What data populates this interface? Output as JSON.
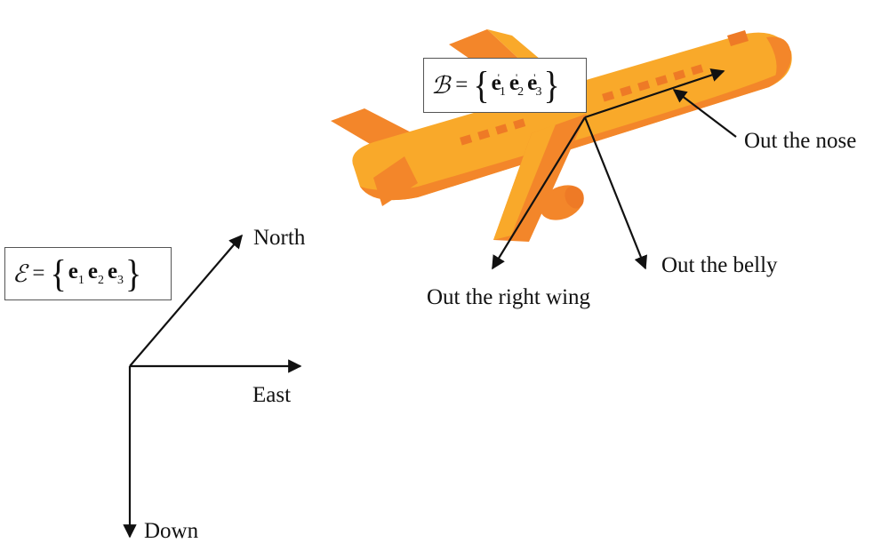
{
  "earth_frame": {
    "symbol": "ℰ",
    "equals": "=",
    "open_brace": "{",
    "close_brace": "}",
    "vectors": [
      {
        "base": "e",
        "sub": "1",
        "prime": ""
      },
      {
        "base": "e",
        "sub": "2",
        "prime": ""
      },
      {
        "base": "e",
        "sub": "3",
        "prime": ""
      }
    ],
    "axes": {
      "north": "North",
      "east": "East",
      "down": "Down"
    }
  },
  "body_frame": {
    "symbol": "ℬ",
    "equals": "=",
    "open_brace": "{",
    "close_brace": "}",
    "vectors": [
      {
        "base": "e",
        "sub": "1",
        "prime": "'"
      },
      {
        "base": "e",
        "sub": "2",
        "prime": "'"
      },
      {
        "base": "e",
        "sub": "3",
        "prime": "'"
      }
    ],
    "axes": {
      "nose": "Out the nose",
      "right_wing": "Out the right wing",
      "belly": "Out the belly"
    }
  },
  "colors": {
    "airplane_body": "#F9A92A",
    "airplane_dark": "#F3862A",
    "airplane_window": "#EE7A26",
    "arrow": "#111111"
  }
}
